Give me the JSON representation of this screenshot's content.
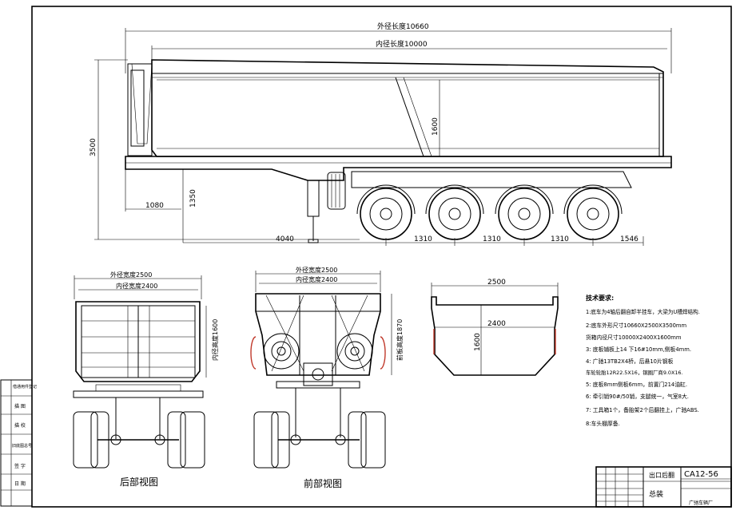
{
  "side_view": {
    "dims": {
      "outer_length": "外径长度10660",
      "inner_length": "内径长度10000",
      "height_total": "3500",
      "box_height": "1600",
      "kingpin": "1080",
      "deck_height": "1350",
      "span1": "4040",
      "axle1": "1310",
      "axle2": "1310",
      "axle3": "1310",
      "rear": "1546"
    }
  },
  "rear_view": {
    "caption": "后部视图",
    "dims": {
      "outer_width": "外径宽度2500",
      "inner_width": "内径宽度2400",
      "height": "内径高度1600"
    }
  },
  "front_view": {
    "caption": "前部视图",
    "dims": {
      "outer_width": "外径宽度2500",
      "inner_width": "内径宽度2400",
      "height": "前板高度1870"
    }
  },
  "section_view": {
    "dims": {
      "outer_width": "2500",
      "inner_width": "2400",
      "height": "1600"
    }
  },
  "notes": {
    "title": "技术要求:",
    "lines": [
      "1:底车为4轴后翻自卸半挂车，大梁为U槽焊结构.",
      "2:底车外形尺寸10660X2500X3500mm",
      "  货箱内径尺寸10000X2400X1600mm",
      "3:  底板铺板上14 下16⁠#10mm,侧板4mm.",
      "4:  广驰13TB2X4桥，后悬10片钢板",
      "  车轮轮胎12R22.5X16，钢圈厂商9.0X16.",
      "5:  底板8mm侧板6mm，前置门214油缸.",
      "6:  牵引销90#/50销，支腿统一，气室8大.",
      "7:  工具箱1个，备胎架2个后翻挂上，广驰ABS.",
      "8:车头棚厚备."
    ]
  },
  "title_block": {
    "name": "出口后翻",
    "sub": "总装",
    "code": "CA12-56",
    "company": "广驰车辆厂"
  },
  "left_strip": [
    "借通用件登记",
    "描 图",
    "描 校",
    "旧底图总号",
    "签 字",
    "日 期"
  ]
}
